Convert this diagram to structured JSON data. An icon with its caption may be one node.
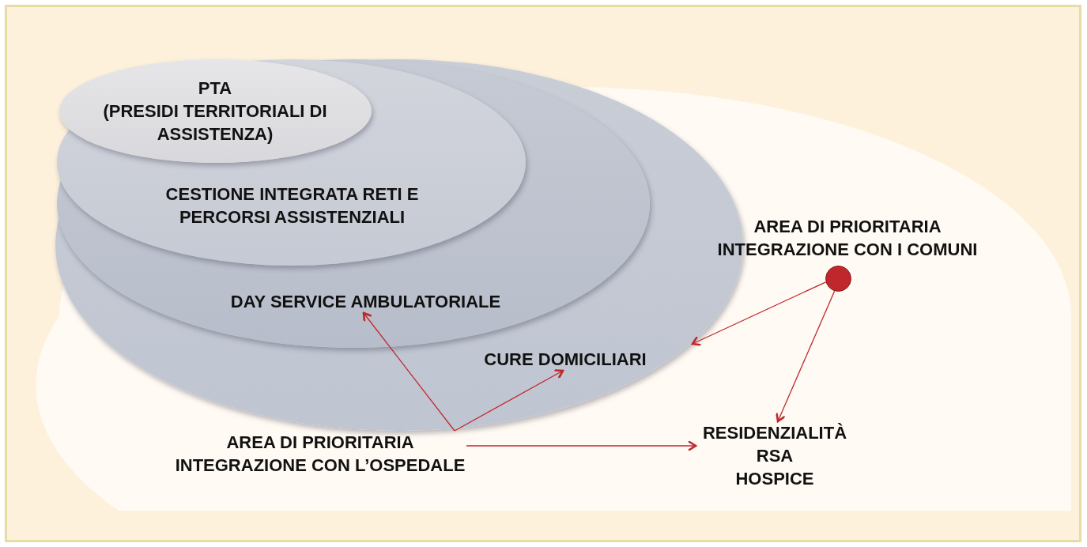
{
  "diagram": {
    "nodes": [
      {
        "text": [
          "CURE DOMICILIARI"
        ]
      },
      {
        "text": [
          "DAY SERVICE AMBULATORIALE"
        ],
        "in": 0
      },
      {
        "text": [
          "CESTIONE INTEGRATA RETI E PERCORSI ASSISTENZIALI"
        ],
        "in": 1
      },
      {
        "text": [
          "PTA",
          "(PRESIDI TERRITORIALI DI ASSISTENZA)"
        ],
        "in": 2
      },
      {
        "text": [
          "AREA DI PRIORITARIA INTEGRAZIONE CON L’OSPEDALE"
        ]
      },
      {
        "text": [],
        "shape": "circle",
        "beside": [
          "AREA DI PRIORITARIA INTEGRAZIONE CON I COMUNI"
        ]
      },
      {
        "text": [
          "RESIDENZIALITÀ",
          "RSA",
          "HOSPICE"
        ]
      }
    ],
    "edges": [
      {
        "from": 4,
        "to": 1,
        "arrow": "to"
      },
      {
        "from": 4,
        "to": 0,
        "arrow": "to"
      },
      {
        "from": 4,
        "to": 6,
        "arrow": "to"
      },
      {
        "from": 5,
        "to": 0,
        "arrow": "to"
      },
      {
        "from": 5,
        "to": 6,
        "arrow": "to"
      }
    ]
  }
}
